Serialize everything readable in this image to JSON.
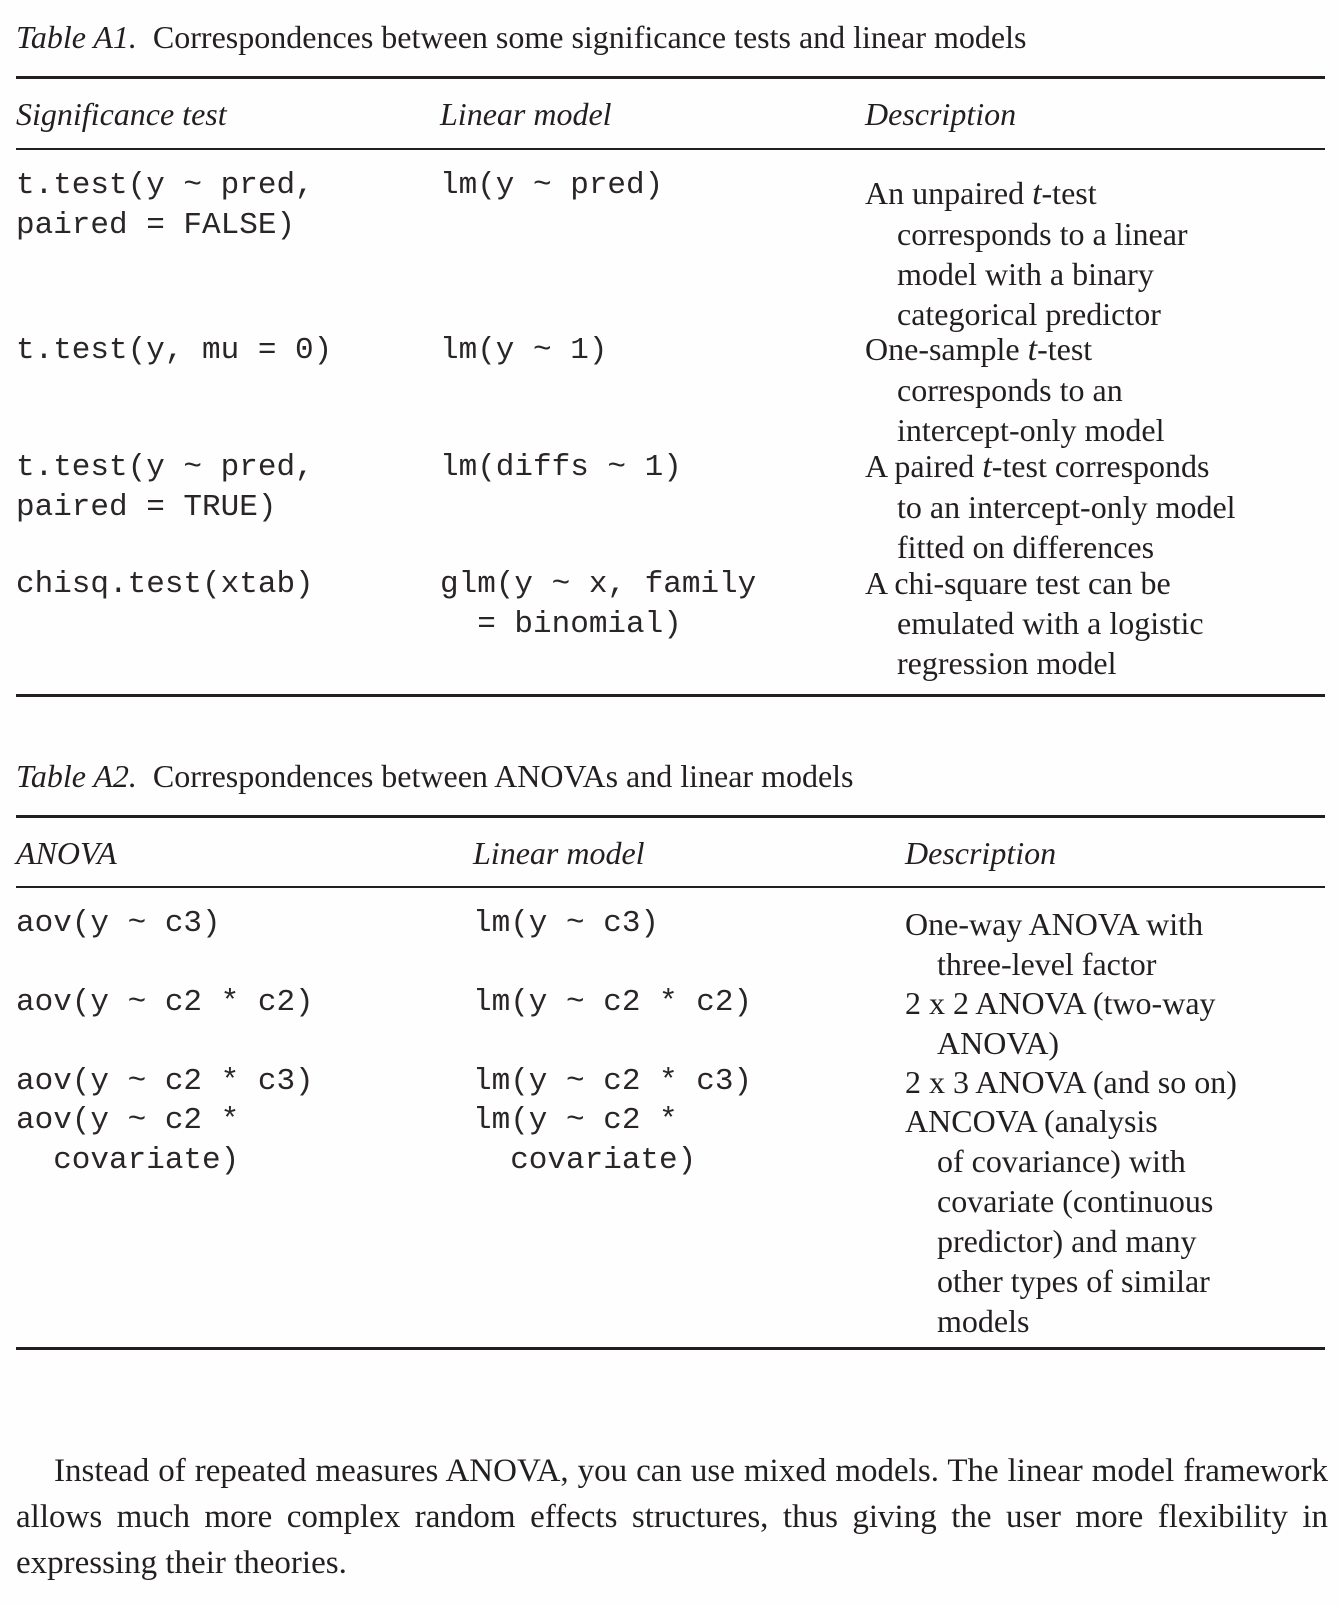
{
  "table_a1": {
    "label": "Table A1.",
    "title": "Correspondences between some significance tests and linear models",
    "headers": [
      "Significance test",
      "Linear model",
      "Description"
    ],
    "rows": [
      {
        "test": "t.test(y ~ pred,\npaired = FALSE)",
        "model": "lm(y ~ pred)",
        "desc_parts": [
          "An unpaired ",
          "t",
          "-test"
        ],
        "desc_lines": [
          "corresponds to a linear",
          "model with a binary",
          "categorical predictor"
        ]
      },
      {
        "test": "t.test(y, mu = 0)",
        "model": "lm(y ~ 1)",
        "desc_parts": [
          "One-sample ",
          "t",
          "-test"
        ],
        "desc_lines": [
          "corresponds to an",
          "intercept-only model"
        ]
      },
      {
        "test": "t.test(y ~ pred,\npaired = TRUE)",
        "model": "lm(diffs ~ 1)",
        "desc_parts": [
          "A paired ",
          "t",
          "-test corresponds"
        ],
        "desc_lines": [
          "to an intercept-only model",
          "fitted on differences"
        ]
      },
      {
        "test": "chisq.test(xtab)",
        "model": "glm(y ~ x, family\n  = binomial)",
        "desc_first": "A chi-square test can be",
        "desc_lines": [
          "emulated with a logistic",
          "regression model"
        ]
      }
    ]
  },
  "table_a2": {
    "label": "Table A2.",
    "title": "Correspondences between ANOVAs and linear models",
    "headers": [
      "ANOVA",
      "Linear model",
      "Description"
    ],
    "rows": [
      {
        "anova": "aov(y ~ c3)",
        "model": "lm(y ~ c3)",
        "desc_first": "One-way ANOVA with",
        "desc_lines": [
          "three-level factor"
        ]
      },
      {
        "anova": "aov(y ~ c2 * c2)",
        "model": "lm(y ~ c2 * c2)",
        "desc_first": "2 x 2 ANOVA (two-way",
        "desc_lines": [
          "ANOVA)"
        ]
      },
      {
        "anova": "aov(y ~ c2 * c3)",
        "model": "lm(y ~ c2 * c3)",
        "desc_first": "2 x 3 ANOVA (and so on)",
        "desc_lines": []
      },
      {
        "anova": "aov(y ~ c2 *\n  covariate)",
        "model": "lm(y ~ c2 *\n  covariate)",
        "desc_first": "ANCOVA (analysis",
        "desc_lines": [
          "of covariance) with",
          "covariate (continuous",
          "predictor) and many",
          "other types of similar",
          "models"
        ]
      }
    ]
  },
  "paragraph": "Instead of repeated measures ANOVA, you can use mixed models. The linear model framework allows much more complex random effects structures, thus giving the user more flexibility in expressing their theories."
}
